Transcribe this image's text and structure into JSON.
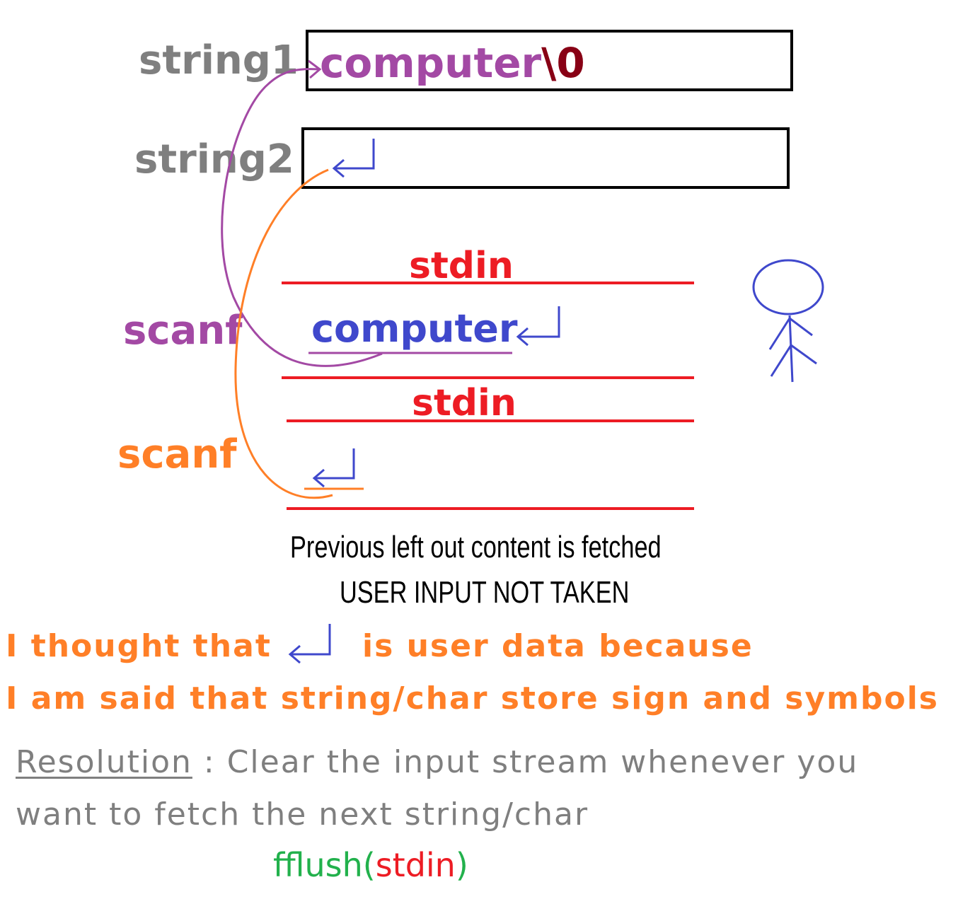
{
  "variables": {
    "string1_label": "string1",
    "string2_label": "string2",
    "string1_value": "computer",
    "string1_terminator": "\\0"
  },
  "streams": [
    {
      "heading": "stdin",
      "caller": "scanf",
      "content": "computer"
    },
    {
      "heading": "stdin",
      "caller": "scanf",
      "content": ""
    }
  ],
  "note": {
    "line1": "Previous left out content is fetched",
    "line2": "USER INPUT NOT TAKEN"
  },
  "thought": {
    "line1_a": "I thought that",
    "line1_b": "is  user data because",
    "line2": "I am said that string/char store sign and symbols"
  },
  "resolution": {
    "label": "Resolution",
    "sep": " : ",
    "text1": "Clear the input stream whenever you",
    "text2": "want to fetch the next string/char",
    "code_fn": "fflush(",
    "code_arg": "stdin",
    "code_end": ")"
  },
  "colors": {
    "gray": "#7f7f7f",
    "purple": "#a349a4",
    "orange": "#ff7f27",
    "red": "#ed1c24",
    "blue": "#3f48cc",
    "green": "#22b14c",
    "darkred": "#880015"
  },
  "icons": [
    "enter-key-icon",
    "stick-figure-user-icon"
  ]
}
